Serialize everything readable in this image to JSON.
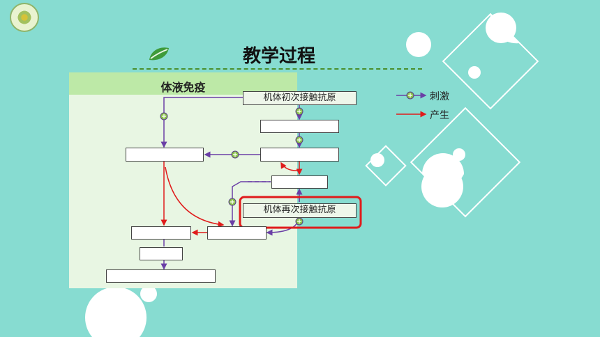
{
  "header": {
    "title": "教学过程"
  },
  "panel": {
    "title": "体液免疫"
  },
  "boxes": {
    "first_contact": "机体初次接触抗原",
    "second_contact": "机体再次接触抗原"
  },
  "legend": {
    "stimulate": "刺激",
    "produce": "产生"
  },
  "colors": {
    "background": "#87dcd1",
    "stimulate": "#6a3fa6",
    "produce": "#e01b1b",
    "highlight": "#e01b1b",
    "panel_header": "#bde9a7"
  },
  "icons": [
    "logo-icon",
    "leaf-icon",
    "plus-node-icon"
  ]
}
